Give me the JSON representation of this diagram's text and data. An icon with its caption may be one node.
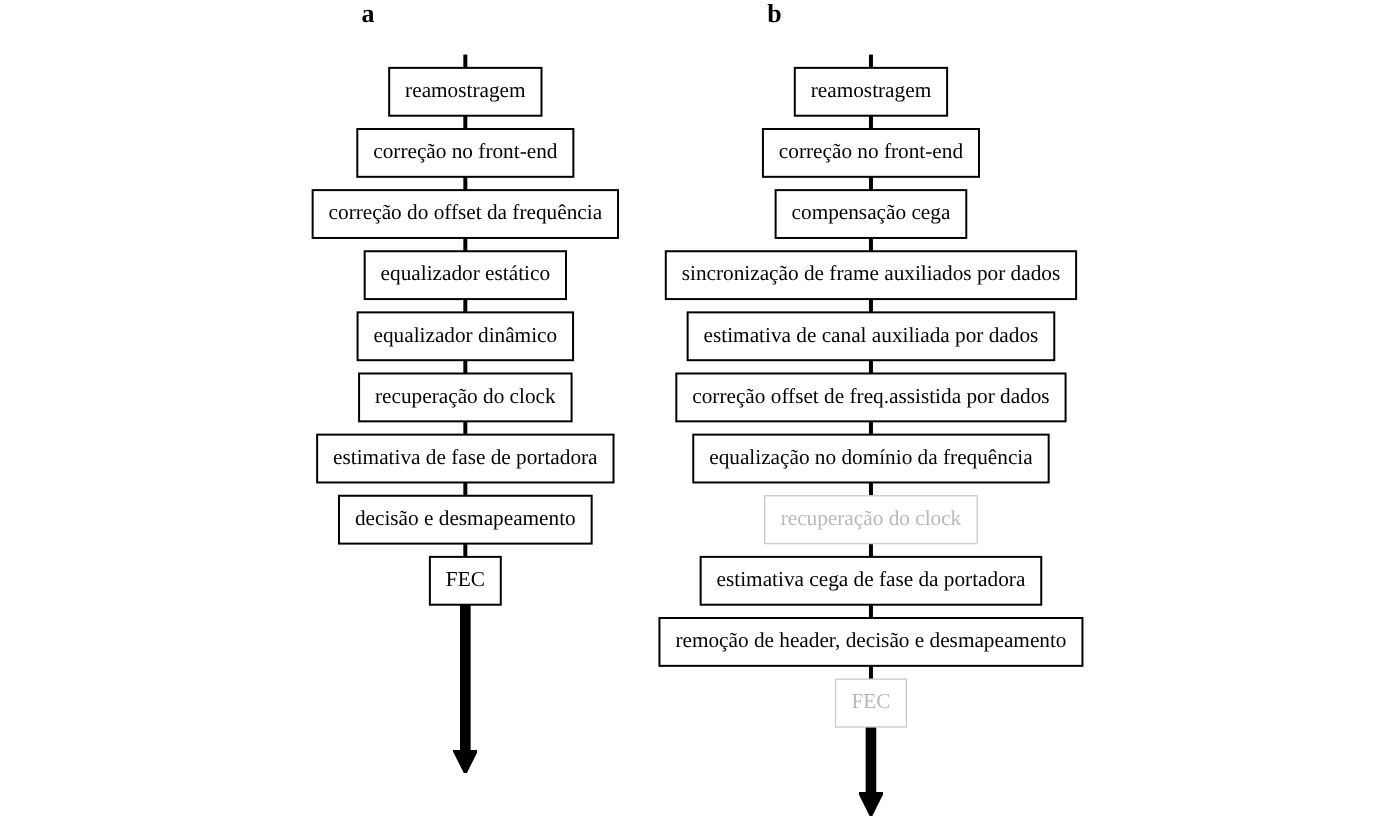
{
  "diagram": {
    "nodes": [
      {
        "text": [
          "reamostragem"
        ]
      },
      {
        "text": [
          "correção no front-end"
        ]
      },
      {
        "text": [
          "correção do offset da frequência"
        ]
      },
      {
        "text": [
          "equalizador estático"
        ]
      },
      {
        "text": [
          "equalizador dinâmico"
        ]
      },
      {
        "text": [
          "recuperação do clock"
        ]
      },
      {
        "text": [
          "estimativa de fase de portadora"
        ]
      },
      {
        "text": [
          "decisão e desmapeamento"
        ]
      },
      {
        "text": [
          "FEC"
        ]
      },
      {
        "text": [
          "reamostragem"
        ]
      },
      {
        "text": [
          "correção no front-end"
        ]
      },
      {
        "text": [
          "compensação cega"
        ]
      },
      {
        "text": [
          "sincronização de frame auxiliados por dados"
        ]
      },
      {
        "text": [
          "estimativa de canal auxiliada por dados"
        ]
      },
      {
        "text": [
          "correção offset de freq.assistida por dados"
        ]
      },
      {
        "text": [
          "equalização no domínio da frequência"
        ]
      },
      {
        "text": [
          "recuperação do clock"
        ]
      },
      {
        "text": [
          "estimativa cega de fase da portadora"
        ]
      },
      {
        "text": [
          "remoção de header, decisão e desmapeamento"
        ]
      },
      {
        "text": [
          "FEC"
        ]
      }
    ],
    "edges": [
      {
        "from": null,
        "to": 0,
        "arrow": "none"
      },
      {
        "from": 0,
        "to": 1,
        "arrow": "none"
      },
      {
        "from": 1,
        "to": 2,
        "arrow": "none"
      },
      {
        "from": 2,
        "to": 3,
        "arrow": "none"
      },
      {
        "from": 3,
        "to": 4,
        "arrow": "none"
      },
      {
        "from": 4,
        "to": 5,
        "arrow": "none"
      },
      {
        "from": 5,
        "to": 6,
        "arrow": "none"
      },
      {
        "from": 6,
        "to": 7,
        "arrow": "none"
      },
      {
        "from": 7,
        "to": 8,
        "arrow": "none"
      },
      {
        "from": 8,
        "to": null,
        "arrow": "to",
        "style": "thick"
      },
      {
        "from": null,
        "to": 9,
        "arrow": "none"
      },
      {
        "from": 9,
        "to": 10,
        "arrow": "none"
      },
      {
        "from": 10,
        "to": 11,
        "arrow": "none"
      },
      {
        "from": 11,
        "to": 12,
        "arrow": "none"
      },
      {
        "from": 12,
        "to": 13,
        "arrow": "none"
      },
      {
        "from": 13,
        "to": 14,
        "arrow": "none"
      },
      {
        "from": 14,
        "to": 15,
        "arrow": "none"
      },
      {
        "from": 15,
        "to": 16,
        "arrow": "none"
      },
      {
        "from": 16,
        "to": 17,
        "arrow": "none"
      },
      {
        "from": 17,
        "to": 18,
        "arrow": "none"
      },
      {
        "from": 18,
        "to": 19,
        "arrow": "none"
      },
      {
        "from": 19,
        "to": null,
        "arrow": "to",
        "style": "thick"
      }
    ],
    "labels": [
      "a",
      "b"
    ]
  }
}
